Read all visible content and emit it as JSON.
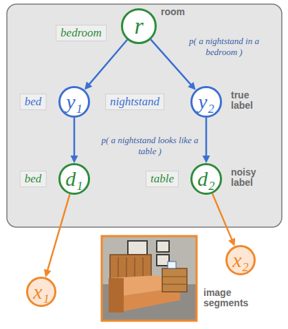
{
  "diagram": {
    "nodes": [
      {
        "text": [
          "r"
        ]
      },
      {
        "text": [
          "bedroom"
        ]
      },
      {
        "text": [
          "bed"
        ]
      },
      {
        "text": [
          "y₁"
        ]
      },
      {
        "text": [
          "nightstand"
        ]
      },
      {
        "text": [
          "y₂"
        ]
      },
      {
        "text": [
          "bed"
        ]
      },
      {
        "text": [
          "d₁"
        ]
      },
      {
        "text": [
          "table"
        ]
      },
      {
        "text": [
          "d₂"
        ]
      },
      {
        "text": [
          "x₁"
        ]
      },
      {
        "text": [
          "x₂"
        ]
      }
    ],
    "edges": [
      {
        "from": 0,
        "to": 3,
        "arrow": "to"
      },
      {
        "from": 0,
        "to": 5,
        "label": "p( a nightstand in a bedroom )",
        "arrow": "to"
      },
      {
        "from": 3,
        "to": 7,
        "arrow": "to"
      },
      {
        "from": 5,
        "to": 9,
        "label": "p( a nightstand looks like a table )",
        "arrow": "to"
      },
      {
        "from": 7,
        "to": 10,
        "arrow": "to"
      },
      {
        "from": 9,
        "to": 11,
        "arrow": "to"
      }
    ],
    "labels": [
      "room",
      "true label",
      "noisy label",
      "image segments"
    ]
  }
}
